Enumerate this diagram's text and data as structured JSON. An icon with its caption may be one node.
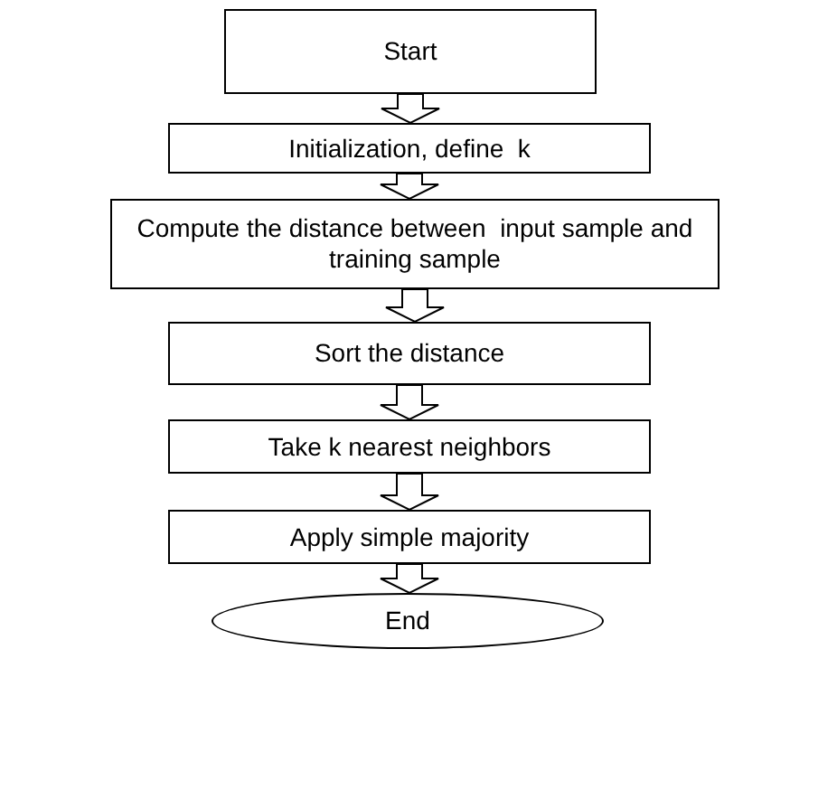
{
  "diagram": {
    "nodes": [
      {
        "text": [
          "Start"
        ]
      },
      {
        "text": [
          "Initialization, define  k"
        ]
      },
      {
        "text": [
          "Compute the distance between  input sample and training sample"
        ]
      },
      {
        "text": [
          "Sort the distance"
        ]
      },
      {
        "text": [
          "Take k nearest neighbors"
        ]
      },
      {
        "text": [
          "Apply simple majority"
        ]
      },
      {
        "text": [
          "End"
        ]
      }
    ],
    "edges": [
      {
        "from": 0,
        "to": 1,
        "arrow": "to"
      },
      {
        "from": 1,
        "to": 2,
        "arrow": "to"
      },
      {
        "from": 2,
        "to": 3,
        "arrow": "to"
      },
      {
        "from": 3,
        "to": 4,
        "arrow": "to"
      },
      {
        "from": 4,
        "to": 5,
        "arrow": "to"
      },
      {
        "from": 5,
        "to": 6,
        "arrow": "to"
      }
    ]
  }
}
